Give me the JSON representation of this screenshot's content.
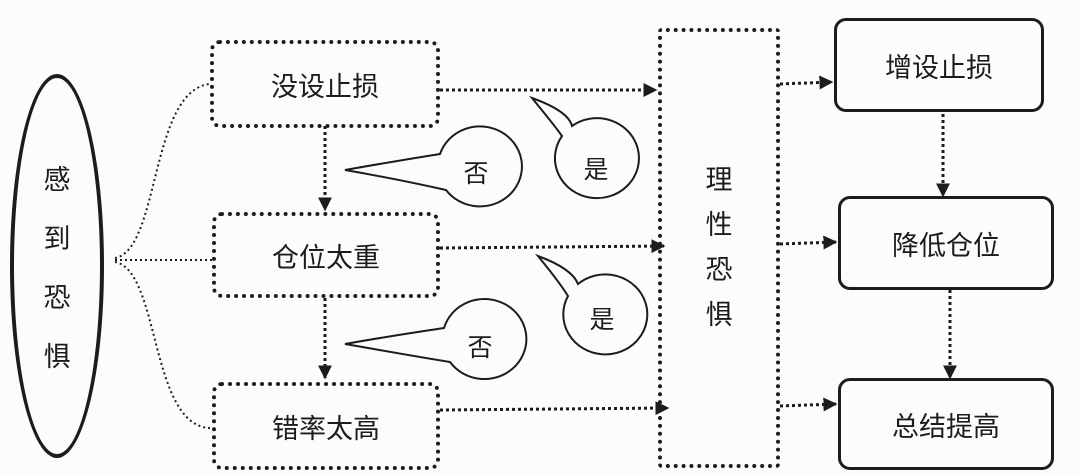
{
  "nodes": {
    "feel_fear": [
      "感",
      "到",
      "恐",
      "惧"
    ],
    "no_stop_loss": "没设止损",
    "position_heavy": "仓位太重",
    "error_rate_high": "错率太高",
    "rational_fear": [
      "理",
      "性",
      "恐",
      "惧"
    ],
    "add_stop_loss": "增设止损",
    "reduce_position": "降低仓位",
    "summarize_improve": "总结提高"
  },
  "bubbles": {
    "yes_1": "是",
    "no_1": "否",
    "yes_2": "是",
    "no_2": "否"
  }
}
